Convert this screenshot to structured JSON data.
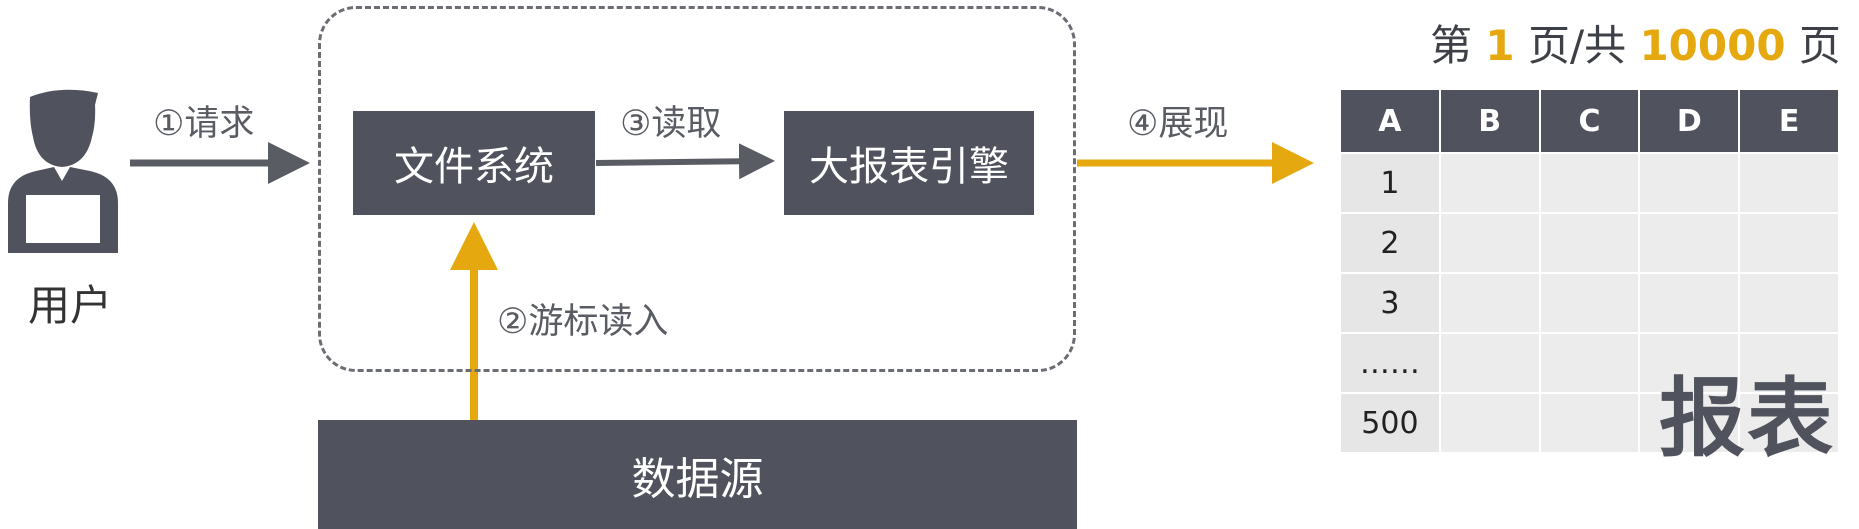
{
  "user": {
    "label": "用户",
    "icon": "user-icon"
  },
  "steps": {
    "request": "①请求",
    "cursor_read": "②游标读入",
    "read": "③读取",
    "display": "④展现"
  },
  "nodes": {
    "file_system": "文件系统",
    "engine": "大报表引擎",
    "data_source": "数据源"
  },
  "page_indicator": {
    "prefix": "第 ",
    "current": "1",
    "middle": " 页/共 ",
    "total": "10000",
    "suffix": " 页"
  },
  "table": {
    "headers": [
      "A",
      "B",
      "C",
      "D",
      "E"
    ],
    "row_labels": [
      "1",
      "2",
      "3",
      "……",
      "500"
    ]
  },
  "report_label": "报表",
  "colors": {
    "dark": "#50535d",
    "accent": "#e5a90f",
    "arrow_gray": "#5a5c63",
    "cell_bg": "#ececec"
  }
}
